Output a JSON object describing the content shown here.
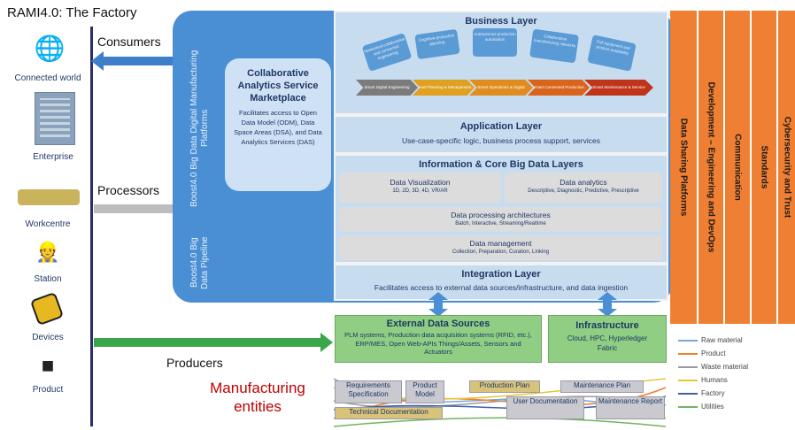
{
  "title": "RAMI4.0: The Factory",
  "roles": {
    "consumers": "Consumers",
    "processors": "Processors",
    "producers": "Producers"
  },
  "entities": [
    {
      "label": "Connected world",
      "icon": "globe-network-icon"
    },
    {
      "label": "Enterprise",
      "icon": "building-icon"
    },
    {
      "label": "Workcentre",
      "icon": "robot-arm-icon"
    },
    {
      "label": "Station",
      "icon": "worker-icon"
    },
    {
      "label": "Devices",
      "icon": "sensor-device-icon"
    },
    {
      "label": "Product",
      "icon": "box-icon"
    }
  ],
  "platform": {
    "top_label": "Boost4.0 Big Data Digital Manufacturing Platforms",
    "bottom_label": "Boost4.0 Big Data Pipeline",
    "color": "#4a8fd4"
  },
  "marketplace": {
    "title": "Collaborative Analytics Service Marketplace",
    "desc": "Facilitates access to Open Data Model (ODM), Data Space Areas (DSA), and Data Analytics Services (DAS)"
  },
  "business_layer": {
    "title": "Business Layer",
    "cards": [
      "Networked collaborative and connected engineering",
      "Cognitive production planning",
      "Autonomous production automation",
      "Collaborative manufacturing networks",
      "Full equipment and product availability"
    ],
    "steps": [
      "Smart Digital Engineering",
      "Smart Planning & Management",
      "Smart Operations & Digital Workspace",
      "Smart Connected Production",
      "Smart Maintenance & Service"
    ]
  },
  "application_layer": {
    "title": "Application Layer",
    "desc": "Use-case-specific logic, business process support, services"
  },
  "info_layer": {
    "title": "Information & Core Big Data Layers",
    "viz": {
      "title": "Data Visualization",
      "sub": "1D, 2D, 3D, 4D, VR/AR"
    },
    "analytics": {
      "title": "Data analytics",
      "sub": "Descriptive, Diagnostic, Predictive, Prescriptive"
    },
    "processing": {
      "title": "Data processing architectures",
      "sub": "Batch, Interactive, Streaming/Realtime"
    },
    "management": {
      "title": "Data management",
      "sub": "Collection, Preparation, Curation, Linking"
    }
  },
  "integration_layer": {
    "title": "Integration Layer",
    "desc": "Facilitates access to external data sources/infrastructure, and data ingestion"
  },
  "columns": [
    "Data Sharing Platforms",
    "Development – Engineering and DevOps",
    "Communication",
    "Standards",
    "Cybersecurity and Trust"
  ],
  "external": {
    "title": "External Data Sources",
    "desc": "PLM systems, Production data acquisition systems (RFID, etc.), ERP/MES, Open Web-APIs Things/Assets, Sensors and Actuators"
  },
  "infrastructure": {
    "title": "Infrastructure",
    "desc": "Cloud, HPC, Hyperledger Fabric"
  },
  "manufacturing": {
    "title": "Manufacturing entities",
    "boxes": [
      "Requirements Specification",
      "Product Model",
      "Production Plan",
      "Maintenance Plan",
      "Technical Documentation",
      "User Documentation",
      "Maintenance Report"
    ]
  },
  "legend": [
    {
      "label": "Raw material",
      "color": "#7aa6d8"
    },
    {
      "label": "Product",
      "color": "#ef7f32"
    },
    {
      "label": "Waste material",
      "color": "#9b9b9b"
    },
    {
      "label": "Humans",
      "color": "#e8c53a"
    },
    {
      "label": "Factory",
      "color": "#3e5fa8"
    },
    {
      "label": "Utilities",
      "color": "#72b35d"
    }
  ]
}
